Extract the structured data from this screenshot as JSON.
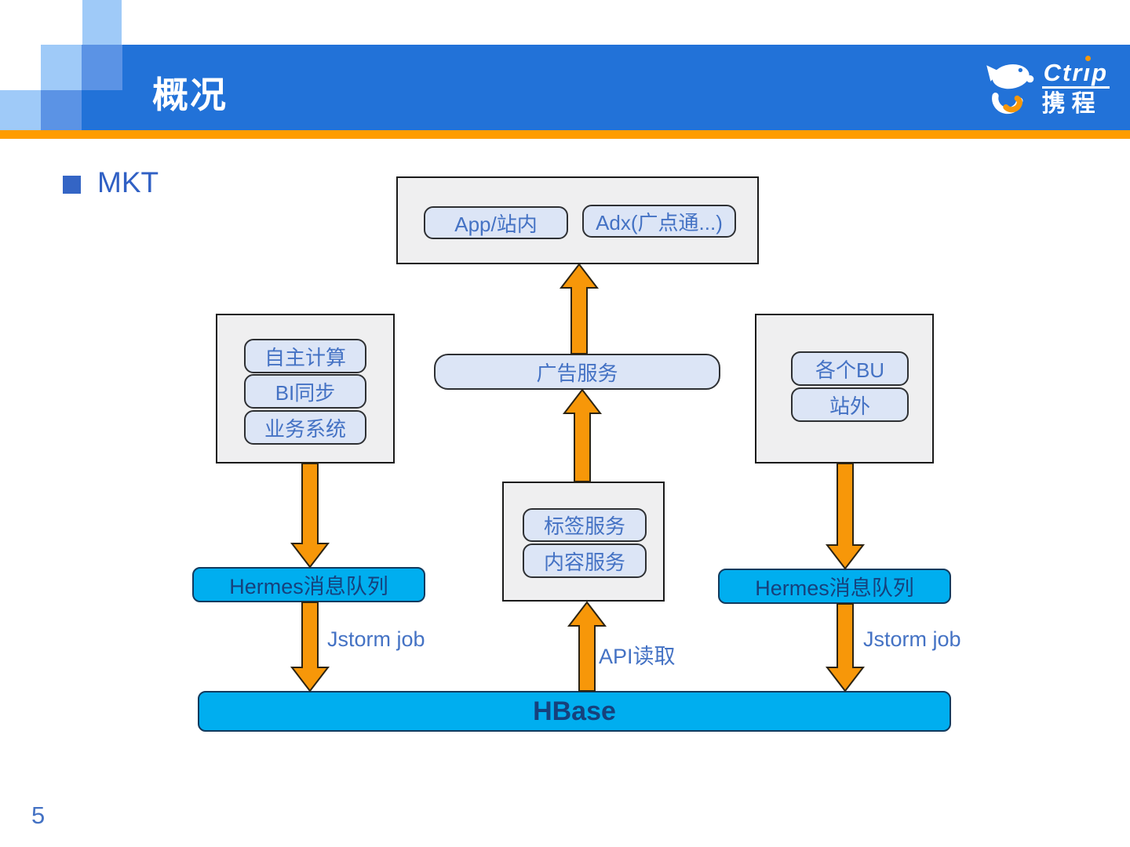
{
  "header": {
    "title": "概况",
    "logo": {
      "brand_en_pre": "Ctr",
      "brand_en_i": "ı",
      "brand_en_post": "p",
      "brand_cn": "携程"
    }
  },
  "section": {
    "label": "MKT"
  },
  "page_number": "5",
  "colors": {
    "header_blue": "#2272D8",
    "divider_orange": "#FF9C00",
    "arrow_orange": "#F79709",
    "cyan_bar": "#00AEEF",
    "chip_fill": "#DCE5F6",
    "chip_text": "#4472C4",
    "dark_navy_text": "#16417C"
  },
  "diagram": {
    "top_box": {
      "items": [
        "App/站内",
        "Adx(广点通...)"
      ]
    },
    "ad_service_label": "广告服务",
    "left_box": {
      "items": [
        "自主计算",
        "BI同步",
        "业务系统"
      ]
    },
    "right_box": {
      "items": [
        "各个BU",
        "站外"
      ]
    },
    "center_box": {
      "items": [
        "标签服务",
        "内容服务"
      ]
    },
    "hermes_left_label": "Hermes消息队列",
    "hermes_right_label": "Hermes消息队列",
    "hbase_label": "HBase",
    "flow_labels": {
      "jstorm_left": "Jstorm job",
      "api_read": "API读取",
      "jstorm_right": "Jstorm job"
    }
  }
}
